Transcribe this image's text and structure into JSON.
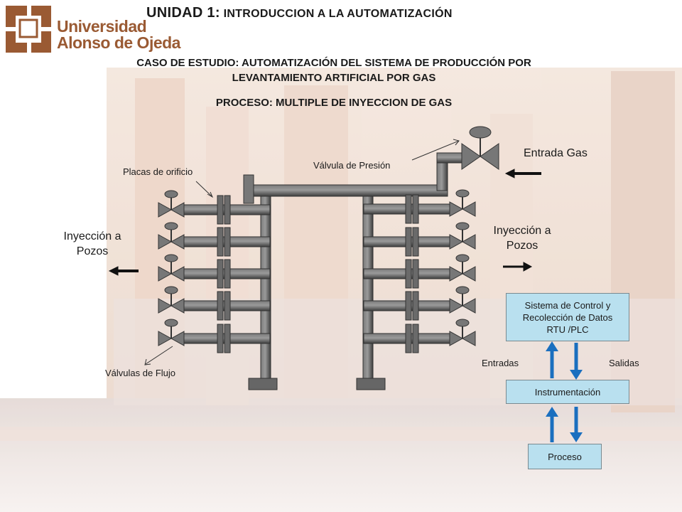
{
  "logo": {
    "line1": "Universidad",
    "line2": "Alonso de Ojeda"
  },
  "title": {
    "main": "UNIDAD 1:",
    "sub": " INTRODUCCION A LA AUTOMATIZACIÓN"
  },
  "case_study": {
    "line1": "CASO DE ESTUDIO:  AUTOMATIZACIÓN DEL SISTEMA DE PRODUCCIÓN POR",
    "line2": "LEVANTAMIENTO ARTIFICIAL POR GAS"
  },
  "process_title": "PROCESO: MULTIPLE DE INYECCION DE GAS",
  "labels": {
    "placas": "Placas de orificio",
    "valvula_presion": "Válvula de Presión",
    "entrada_gas": "Entrada Gas",
    "inyeccion_left": {
      "line1": "Inyección a",
      "line2": "Pozos"
    },
    "inyeccion_right": {
      "line1": "Inyección a",
      "line2": "Pozos"
    },
    "valvulas_flujo": "Válvulas de Flujo",
    "entradas": "Entradas",
    "salidas": "Salidas"
  },
  "boxes": {
    "control": {
      "line1": "Sistema de Control y",
      "line2": "Recolección de Datos",
      "line3": "RTU /PLC"
    },
    "instrumentacion": "Instrumentación",
    "proceso": "Proceso"
  },
  "colors": {
    "box_fill": "#b9e0ef",
    "flow_arrow": "#1a6fbf",
    "pipe": "#555555",
    "logo": "#9a5a33"
  }
}
